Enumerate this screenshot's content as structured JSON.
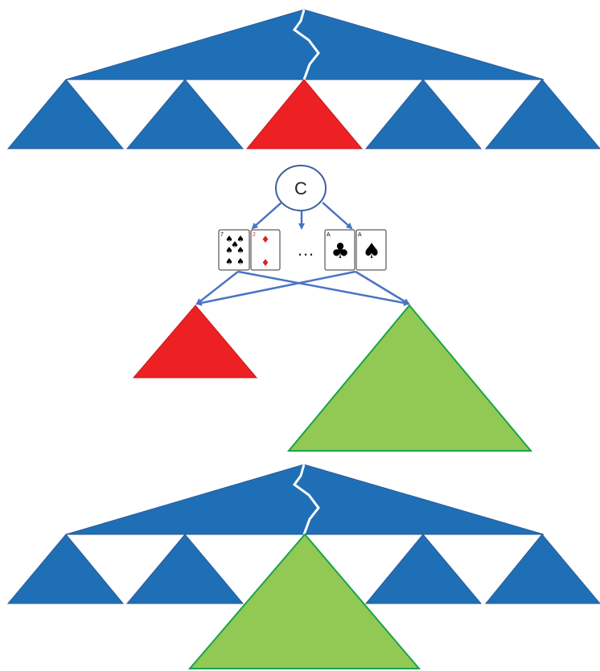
{
  "colors": {
    "blue": "#1f6fb6",
    "blue_edge": "#2a5a9a",
    "red": "#ed2024",
    "green": "#92c954",
    "green_edge": "#1aa34a",
    "arrow": "#4a74c4",
    "node_edge": "#3d5f9e",
    "card_edge": "#333333",
    "crack": "#ffffff"
  },
  "chance_node": {
    "label": "C"
  },
  "ellipsis": "…",
  "cards": [
    {
      "rank": "7",
      "suit": "spades",
      "suit_icon": "spade-icon",
      "color": "black"
    },
    {
      "rank": "2",
      "suit": "diamonds",
      "suit_icon": "diamond-icon",
      "color": "red"
    },
    {
      "rank": "A",
      "suit": "clubs",
      "suit_icon": "club-icon",
      "color": "black"
    },
    {
      "rank": "A",
      "suit": "spades",
      "suit_icon": "spade-icon",
      "color": "black"
    }
  ]
}
